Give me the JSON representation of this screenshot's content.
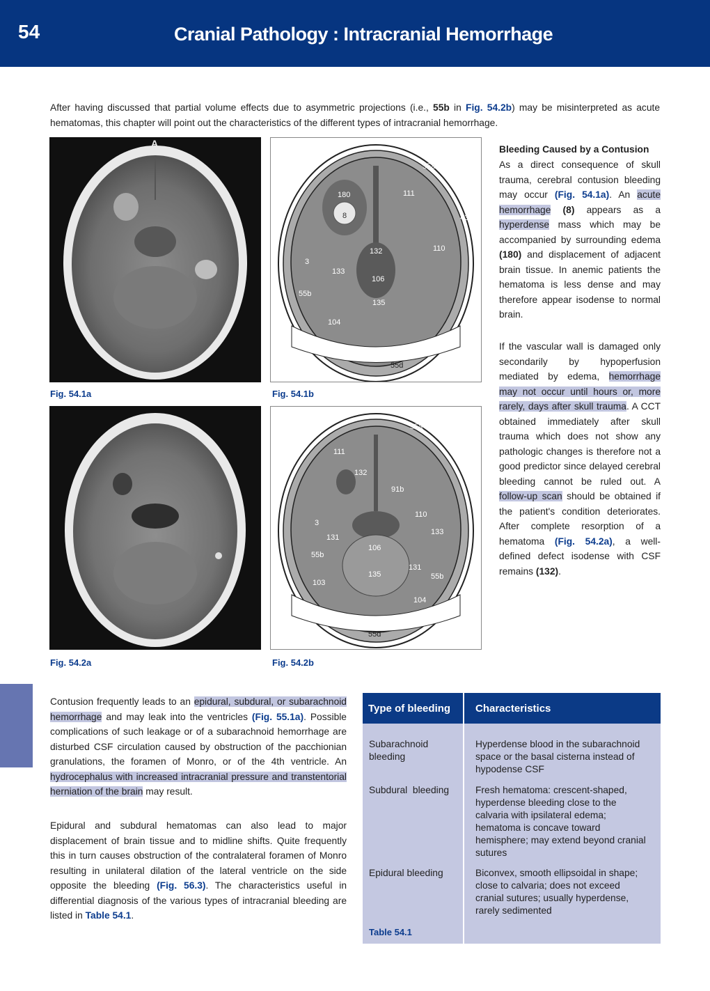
{
  "header": {
    "page_number": "54",
    "title": "Cranial Pathology : Intracranial Hemorrhage"
  },
  "intro": {
    "t1": "After having discussed that partial volume effects due to asymmetric projections (i.e., ",
    "ref1": "55b",
    "t2": " in ",
    "ref2": "Fig. 54.2b",
    "t3": ") may be misinterpreted as acute hematomas, this chapter will point out the characteristics of the different types of intracranial hemorrhage."
  },
  "contusion": {
    "heading": "Bleeding Caused by a Contusion",
    "p1_a": "As a direct consequence of skull trauma, cerebral contusion bleeding may occur ",
    "p1_ref": "(Fig. 54.1a)",
    "p1_b": ". An ",
    "p1_hl1": "acute hemorrhage",
    "p1_c": " (8)",
    "p1_d": " appears as a ",
    "p1_hl2": "hyperdense",
    "p1_e": " mass which may be accompanied by surrounding edema ",
    "p1_f": "(180)",
    "p1_g": " and displacement of adjacent brain tissue. In anemic patients the hematoma is less dense and may therefore appear isodense to normal brain.",
    "p2_a": "If the vascular wall is damaged only secondarily by hypoperfusion mediated by edema, ",
    "p2_hl1": "hemorrhage may not occur until hours or, more rarely, days after skull trauma",
    "p2_b": ". A CCT obtained immediately after skull trauma which does not show any pathologic changes is therefore not a good predictor since delayed cerebral bleeding cannot be ruled out. A ",
    "p2_hl2": "follow-up scan",
    "p2_c": " should be obtained if the patient's condition deteriorates. After complete resorption of a hematoma ",
    "p2_ref": "(Fig. 54.2a)",
    "p2_d": ", a well-defined defect isodense with CSF remains ",
    "p2_e": "(132)",
    "p2_f": "."
  },
  "figures": {
    "f1a": "Fig. 54.1a",
    "f1b": "Fig. 54.1b",
    "f2a": "Fig. 54.2a",
    "f2b": "Fig. 54.2b",
    "ct_marker": "A",
    "labels_1b": [
      "55a",
      "180",
      "111",
      "8",
      "43",
      "110",
      "132",
      "3",
      "133",
      "106",
      "55b",
      "135",
      "104",
      "55d"
    ],
    "labels_2b": [
      "55a",
      "111",
      "132",
      "91b",
      "110",
      "3",
      "133",
      "131",
      "106",
      "55b",
      "131",
      "135",
      "55b",
      "103",
      "104",
      "55d"
    ]
  },
  "lower": {
    "p1_a": "Contusion frequently leads to an ",
    "p1_hl1": "epidural, subdural, or subarachnoid hemorrhage",
    "p1_b": " and may leak into the ventricles ",
    "p1_ref": "(Fig. 55.1a)",
    "p1_c": ". Possible complications of such leakage or of a subarachnoid hemorrhage are disturbed CSF circulation caused by obstruction of the pacchionian granulations, the foramen of Monro, or of the 4th ventricle. An ",
    "p1_hl2": "hydrocephalus with increased intracranial pressure and transtentorial herniation of the brain",
    "p1_d": " may result.",
    "p2_a": "Epidural and subdural hematomas can also lead to major displacement of brain tissue and to midline shifts. Quite frequently this in turn causes obstruction of the contralateral foramen of Monro resulting in unilateral dilation of the lateral ventricle on the side opposite the bleeding ",
    "p2_ref1": "(Fig. 56.3)",
    "p2_b": ". The characteristics useful in differential diagnosis of the various types of intracranial bleeding are listed in ",
    "p2_ref2": "Table 54.1",
    "p2_c": "."
  },
  "table": {
    "col1": "Type of bleeding",
    "col2": "Characteristics",
    "caption": "Table 54.1",
    "rows": [
      {
        "type": "Subarachnoid bleeding",
        "char": "Hyperdense blood in the subarachnoid space or the basal cisterna instead of hypodense CSF"
      },
      {
        "type": "Subdural  bleeding",
        "char": "Fresh hematoma: crescent-shaped, hyperdense bleeding close to the calvaria with ipsilateral edema; hematoma is concave toward hemisphere; may extend beyond cranial sutures"
      },
      {
        "type": "Epidural bleeding",
        "char": "Biconvex, smooth ellipsoidal in shape; close to calvaria; does not exceed cranial sutures; usually hyperdense, rarely sedimented"
      }
    ]
  },
  "colors": {
    "brand_blue": "#063580",
    "highlight": "#c2c6e0",
    "table_fill": "#c4c8e1",
    "sidebar_tab": "#6675b1"
  }
}
